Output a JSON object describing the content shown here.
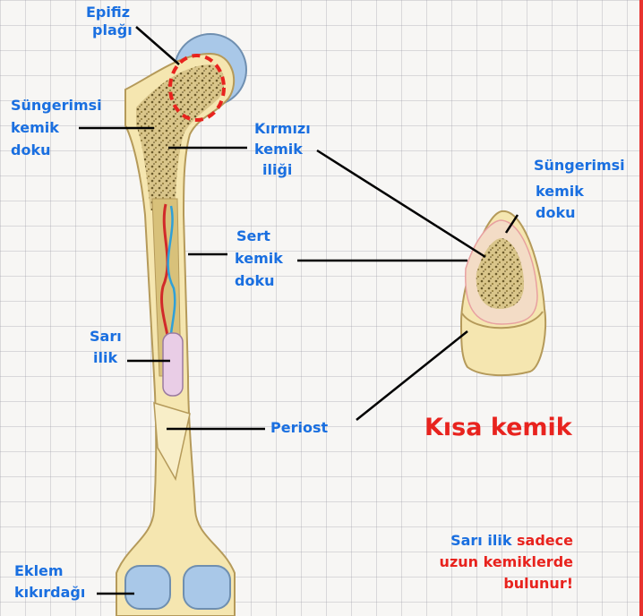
{
  "labels": {
    "epifiz_1": "Epifiz",
    "epifiz_2": "plağı",
    "sungerimsi_1": "Süngerimsi",
    "sungerimsi_2": "kemik",
    "sungerimsi_3": "doku",
    "kirmizi_1": "Kırmızı",
    "kirmizi_2": "kemik",
    "kirmizi_3": "iliği",
    "sert_1": "Sert",
    "sert_2": "kemik",
    "sert_3": "doku",
    "sari_1": "Sarı",
    "sari_2": "ilik",
    "periost": "Periost",
    "eklem_1": "Eklem",
    "eklem_2": "kıkırdağı",
    "short_sung_1": "Süngerimsi",
    "short_sung_2": "kemik",
    "short_sung_3": "doku"
  },
  "title": "Kısa kemik",
  "note": {
    "part1": "Sarı ilik",
    "part2": "sadece",
    "line2": "uzun kemiklerde",
    "line3": "bulunur!"
  },
  "colors": {
    "label_blue": "#1a6fe0",
    "accent_red": "#e8231e",
    "bone": "#f5e6b0",
    "cartilage": "#a9c8e8",
    "marrow_yellow": "#e9cde6"
  }
}
